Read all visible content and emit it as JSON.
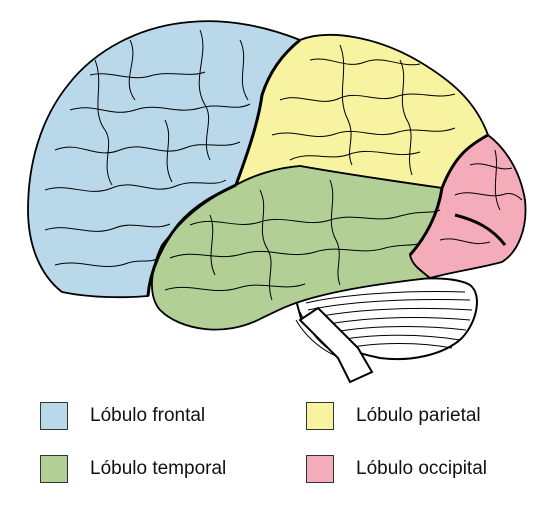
{
  "legend": [
    {
      "id": "frontal",
      "label": "Lóbulo frontal",
      "color": "#b9d9ea"
    },
    {
      "id": "parietal",
      "label": "Lóbulo parietal",
      "color": "#f7f3a0"
    },
    {
      "id": "temporal",
      "label": "Lóbulo temporal",
      "color": "#b2cf95"
    },
    {
      "id": "occipital",
      "label": "Lóbulo occipital",
      "color": "#f4acba"
    }
  ]
}
